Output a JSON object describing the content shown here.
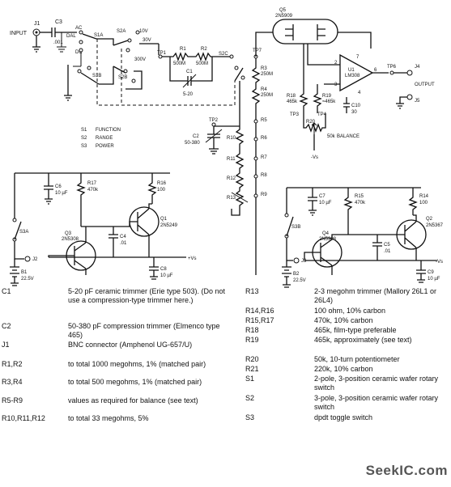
{
  "schematic": {
    "labels": {
      "j1": "J1",
      "input": "INPUT",
      "c3": "C3",
      "c3_val": ".001",
      "s1a": "S1A",
      "s1b": "S1B",
      "s2a": "S2A",
      "s2b": "S2B",
      "s2c": "S2C",
      "v10": "10V",
      "v30": "30V",
      "v300": "300V",
      "tp1": "TP1",
      "tp2": "TP2",
      "tp7": "TP7",
      "r1": "R1",
      "r1_val": "500M",
      "r2": "R2",
      "r2_val": "500M",
      "c1": "C1",
      "c1_val": "5-20",
      "r3": "R3",
      "r3_val": "250M",
      "r4": "R4",
      "r4_val": "250M",
      "r5": "R5",
      "r6": "R6",
      "r7": "R7",
      "r8": "R8",
      "r9": "R9",
      "r10": "R10",
      "r11": "R11",
      "r12": "R12",
      "r13": "R13",
      "c2": "C2",
      "c2_val": "50-380",
      "q5": "Q5",
      "q5_type": "2N5909",
      "u1": "U1",
      "u1_type": "LM308",
      "pin2": "2",
      "pin3": "3",
      "pin6": "6",
      "pin7": "7",
      "pin4": "4",
      "tp6": "TP6",
      "j4": "J4",
      "j5": "J5",
      "output": "OUTPUT",
      "r18": "R18",
      "r18_val": "465k",
      "r19": "R19",
      "r19_val": "≈465k",
      "c10": "C10",
      "c10_val": "30",
      "tp3": "TP3",
      "tp4": "TP4",
      "r20": "R20",
      "r20_val": "50k",
      "balance": "BALANCE",
      "vs_top": "-Vs",
      "c6": "C6",
      "c6_val": "10 µF",
      "r17": "R17",
      "r17_val": "470k",
      "r16": "R16",
      "r16_val": "100",
      "q1": "Q1",
      "q1_type": "2N5249",
      "q3": "Q3",
      "q3_type": "2N5308",
      "c4": "C4",
      "c4_val": ".01",
      "s3a": "S3A",
      "j2": "J2",
      "b1": "B1",
      "b1_val": "22.5V",
      "c8": "C8",
      "c8_val": "10 µF",
      "vs_plus": "+Vs",
      "c7": "C7",
      "c7_val": "10 µF",
      "r15": "R15",
      "r15_val": "470k",
      "r14": "R14",
      "r14_val": "100",
      "q2": "Q2",
      "q2_type": "2N5367",
      "q4": "Q4",
      "q4_type": "2N5308",
      "c5": "C5",
      "c5_val": ".01",
      "s3b": "S3B",
      "j3": "J3",
      "b2": "B2",
      "b2_val": "22.5V",
      "c9": "C9",
      "c9_val": "10 µF",
      "vs_minus": "-Vs",
      "dc": "DC",
      "ac": "AC",
      "dal": "DAL",
      "legend_s1": "S1",
      "legend_s1_text": "FUNCTION",
      "legend_s2": "S2",
      "legend_s2_text": "RANGE",
      "legend_s3": "S3",
      "legend_s3_text": "POWER"
    }
  },
  "parts_list": {
    "left": [
      {
        "ref": "C1",
        "desc": "5-20 pF ceramic trimmer (Erie type 503). (Do not use a compression-type trimmer here.)"
      },
      {
        "ref": "C2",
        "desc": "50-380 pF compression trimmer (Elmenco type 465)"
      },
      {
        "ref": "J1",
        "desc": "BNC connector (Amphenol UG-657/U)"
      },
      {
        "ref": "R1,R2",
        "desc": "to total 1000 megohms, 1% (matched pair)"
      },
      {
        "ref": "R3,R4",
        "desc": "to total 500 megohms, 1% (matched pair)"
      },
      {
        "ref": "R5-R9",
        "desc": "values as required for balance (see text)"
      },
      {
        "ref": "R10,R11,R12",
        "desc": "to total 33 megohms, 5%"
      }
    ],
    "right": [
      {
        "ref": "R13",
        "desc": "2-3 megohm trimmer (Mallory 26L1 or 26L4)"
      },
      {
        "ref": "R14,R16",
        "desc": "100 ohm, 10% carbon"
      },
      {
        "ref": "R15,R17",
        "desc": "470k, 10% carbon"
      },
      {
        "ref": "R18",
        "desc": "465k, film-type preferable"
      },
      {
        "ref": "R19",
        "desc": "465k, approximately (see text)"
      },
      {
        "ref": "R20",
        "desc": "50k, 10-turn potentiometer"
      },
      {
        "ref": "R21",
        "desc": "220k, 10% carbon"
      },
      {
        "ref": "S1",
        "desc": "2-pole, 3-position ceramic wafer rotary switch"
      },
      {
        "ref": "S2",
        "desc": "3-pole, 3-position ceramic wafer rotary switch"
      },
      {
        "ref": "S3",
        "desc": "dpdt toggle switch"
      }
    ]
  },
  "watermark": "SeekIC.com"
}
